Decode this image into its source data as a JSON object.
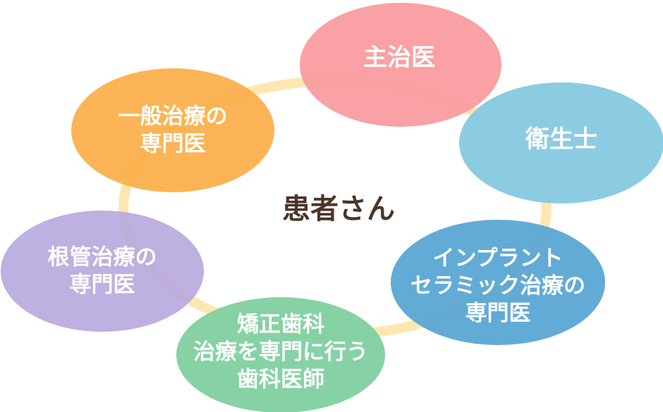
{
  "center": {
    "label": "患者さん"
  },
  "nodes": [
    {
      "id": "primary",
      "lines": [
        "主治医"
      ],
      "color": "#f99ca0"
    },
    {
      "id": "hygienist",
      "lines": [
        "衛生士"
      ],
      "color": "#86c9e0"
    },
    {
      "id": "implant",
      "lines": [
        "インプラント",
        "セラミック治療の",
        "専門医"
      ],
      "color": "#5aa7d4"
    },
    {
      "id": "ortho",
      "lines": [
        "矯正歯科",
        "治療を専門に行う",
        "歯科医師"
      ],
      "color": "#7fd0a0"
    },
    {
      "id": "endo",
      "lines": [
        "根管治療の",
        "専門医"
      ],
      "color": "#b8a9dd"
    },
    {
      "id": "general",
      "lines": [
        "一般治療の",
        "専門医"
      ],
      "color": "#fbb04c"
    }
  ],
  "ring_color": "#fde4a8"
}
